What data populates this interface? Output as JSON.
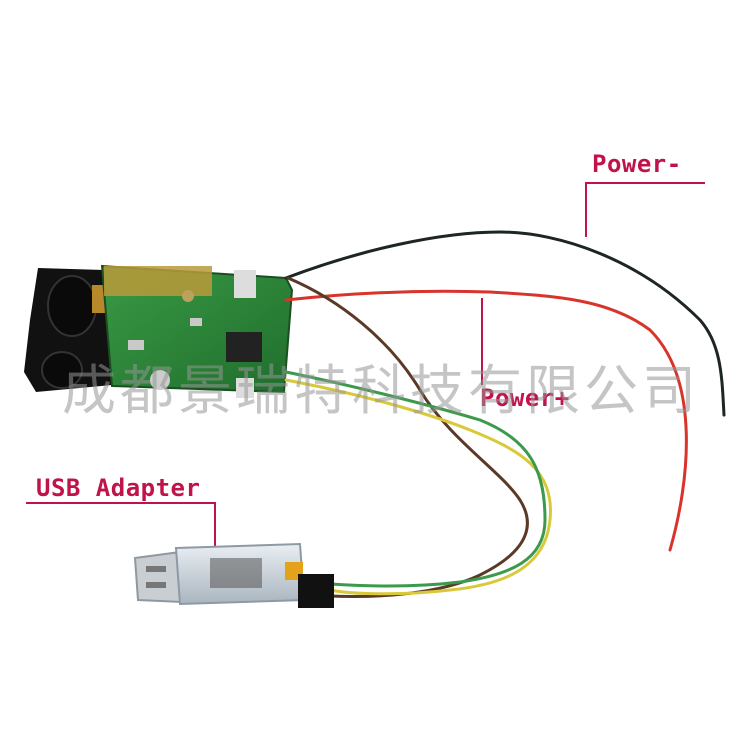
{
  "labels": {
    "power_minus": "Power-",
    "power_plus": "Power+",
    "usb_adapter": "USB Adapter"
  },
  "watermark": "成都景瑞特科技有限公司",
  "colors": {
    "label": "#c0134a",
    "pcb": "#2f8a3a",
    "wire_black": "#1d2620",
    "wire_red": "#d8342b",
    "wire_brown": "#5a3a26",
    "wire_yellow": "#d9c93a",
    "wire_green": "#3c9a4c"
  }
}
